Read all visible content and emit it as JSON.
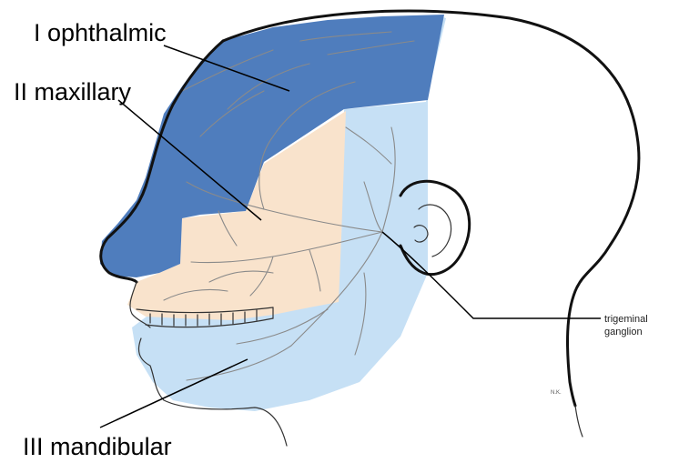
{
  "diagram": {
    "labels": {
      "ophthalmic": "I ophthalmic",
      "maxillary": "II maxillary",
      "mandibular": "III mandibular",
      "trigeminal_line1": "trigeminal",
      "trigeminal_line2": "ganglion",
      "initials": "N.K."
    },
    "colors": {
      "ophthalmic_region": "#4f7dbd",
      "maxillary_region": "#f9e3cc",
      "mandibular_region": "#c6e0f5",
      "nerve_lines": "#8a8a8a",
      "outline": "#111111"
    },
    "icons": {
      "head": "head-profile-outline",
      "ear": "ear-outline",
      "teeth": "teeth-outline"
    }
  }
}
